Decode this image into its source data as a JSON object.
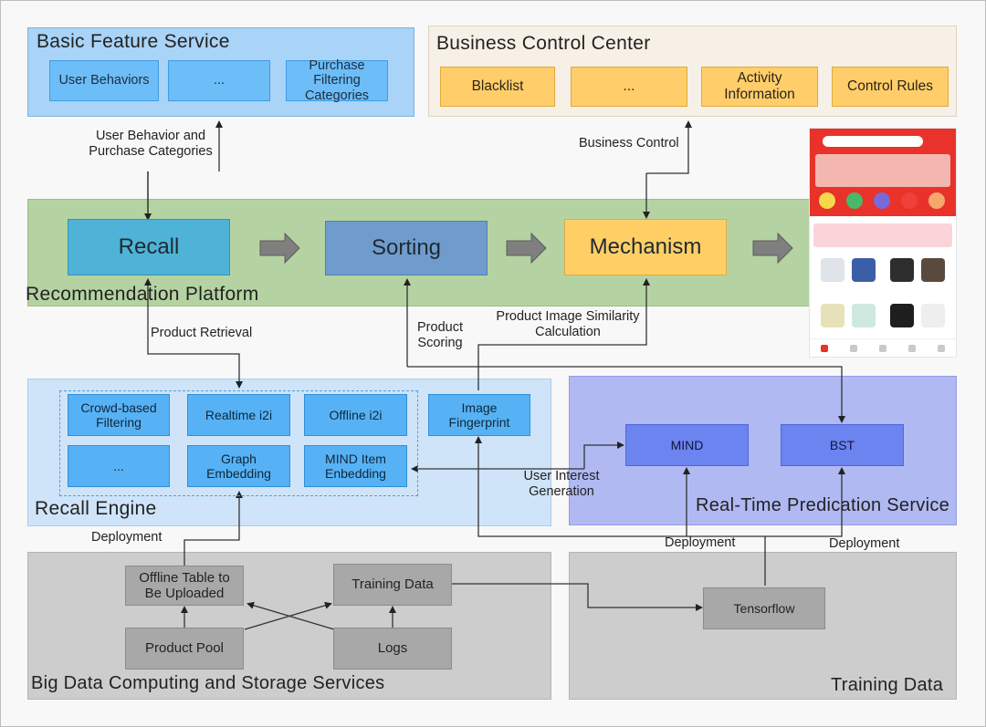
{
  "panels": {
    "basic": {
      "title": "Basic Feature Service",
      "boxes": [
        "User Behaviors",
        "...",
        "Purchase Filtering Categories"
      ]
    },
    "business": {
      "title": "Business Control Center",
      "boxes": [
        "Blacklist",
        "...",
        "Activity Information",
        "Control Rules"
      ]
    },
    "platform": {
      "title": "Recommendation Platform",
      "stages": [
        "Recall",
        "Sorting",
        "Mechanism"
      ]
    },
    "recall": {
      "title": "Recall Engine",
      "boxes": [
        "Crowd-based Filtering",
        "Realtime i2i",
        "Offline i2i",
        "...",
        "Graph Embedding",
        "MIND Item Enbedding"
      ],
      "fingerprint": "Image Fingerprint"
    },
    "realtime": {
      "title": "Real-Time Predication Service",
      "boxes": [
        "MIND",
        "BST"
      ]
    },
    "bigdata": {
      "title": "Big Data Computing and Storage Services",
      "boxes": [
        "Offline Table to Be Uploaded",
        "Training Data",
        "Product Pool",
        "Logs"
      ]
    },
    "training": {
      "title": "Training Data",
      "boxes": [
        "Tensorflow"
      ]
    }
  },
  "edges": {
    "user_behavior": "User Behavior and Purchase Categories",
    "business_control": "Business Control",
    "product_retrieval": "Product Retrieval",
    "product_scoring": "Product Scoring",
    "image_similarity": "Product Image Similarity Calculation",
    "user_interest": "User Interest Generation",
    "deployment_left": "Deployment",
    "deployment_mid": "Deployment",
    "deployment_right": "Deployment"
  },
  "colors": {
    "basic_panel": "#a9d3f7",
    "business_panel": "#f7f0e6",
    "platform_panel": "#b5d3a2",
    "recall_panel": "#cfe4f8",
    "realtime_panel": "#b1b9f3",
    "storage_panel": "#cdcdcd",
    "arrow": "#7f7f7f"
  }
}
